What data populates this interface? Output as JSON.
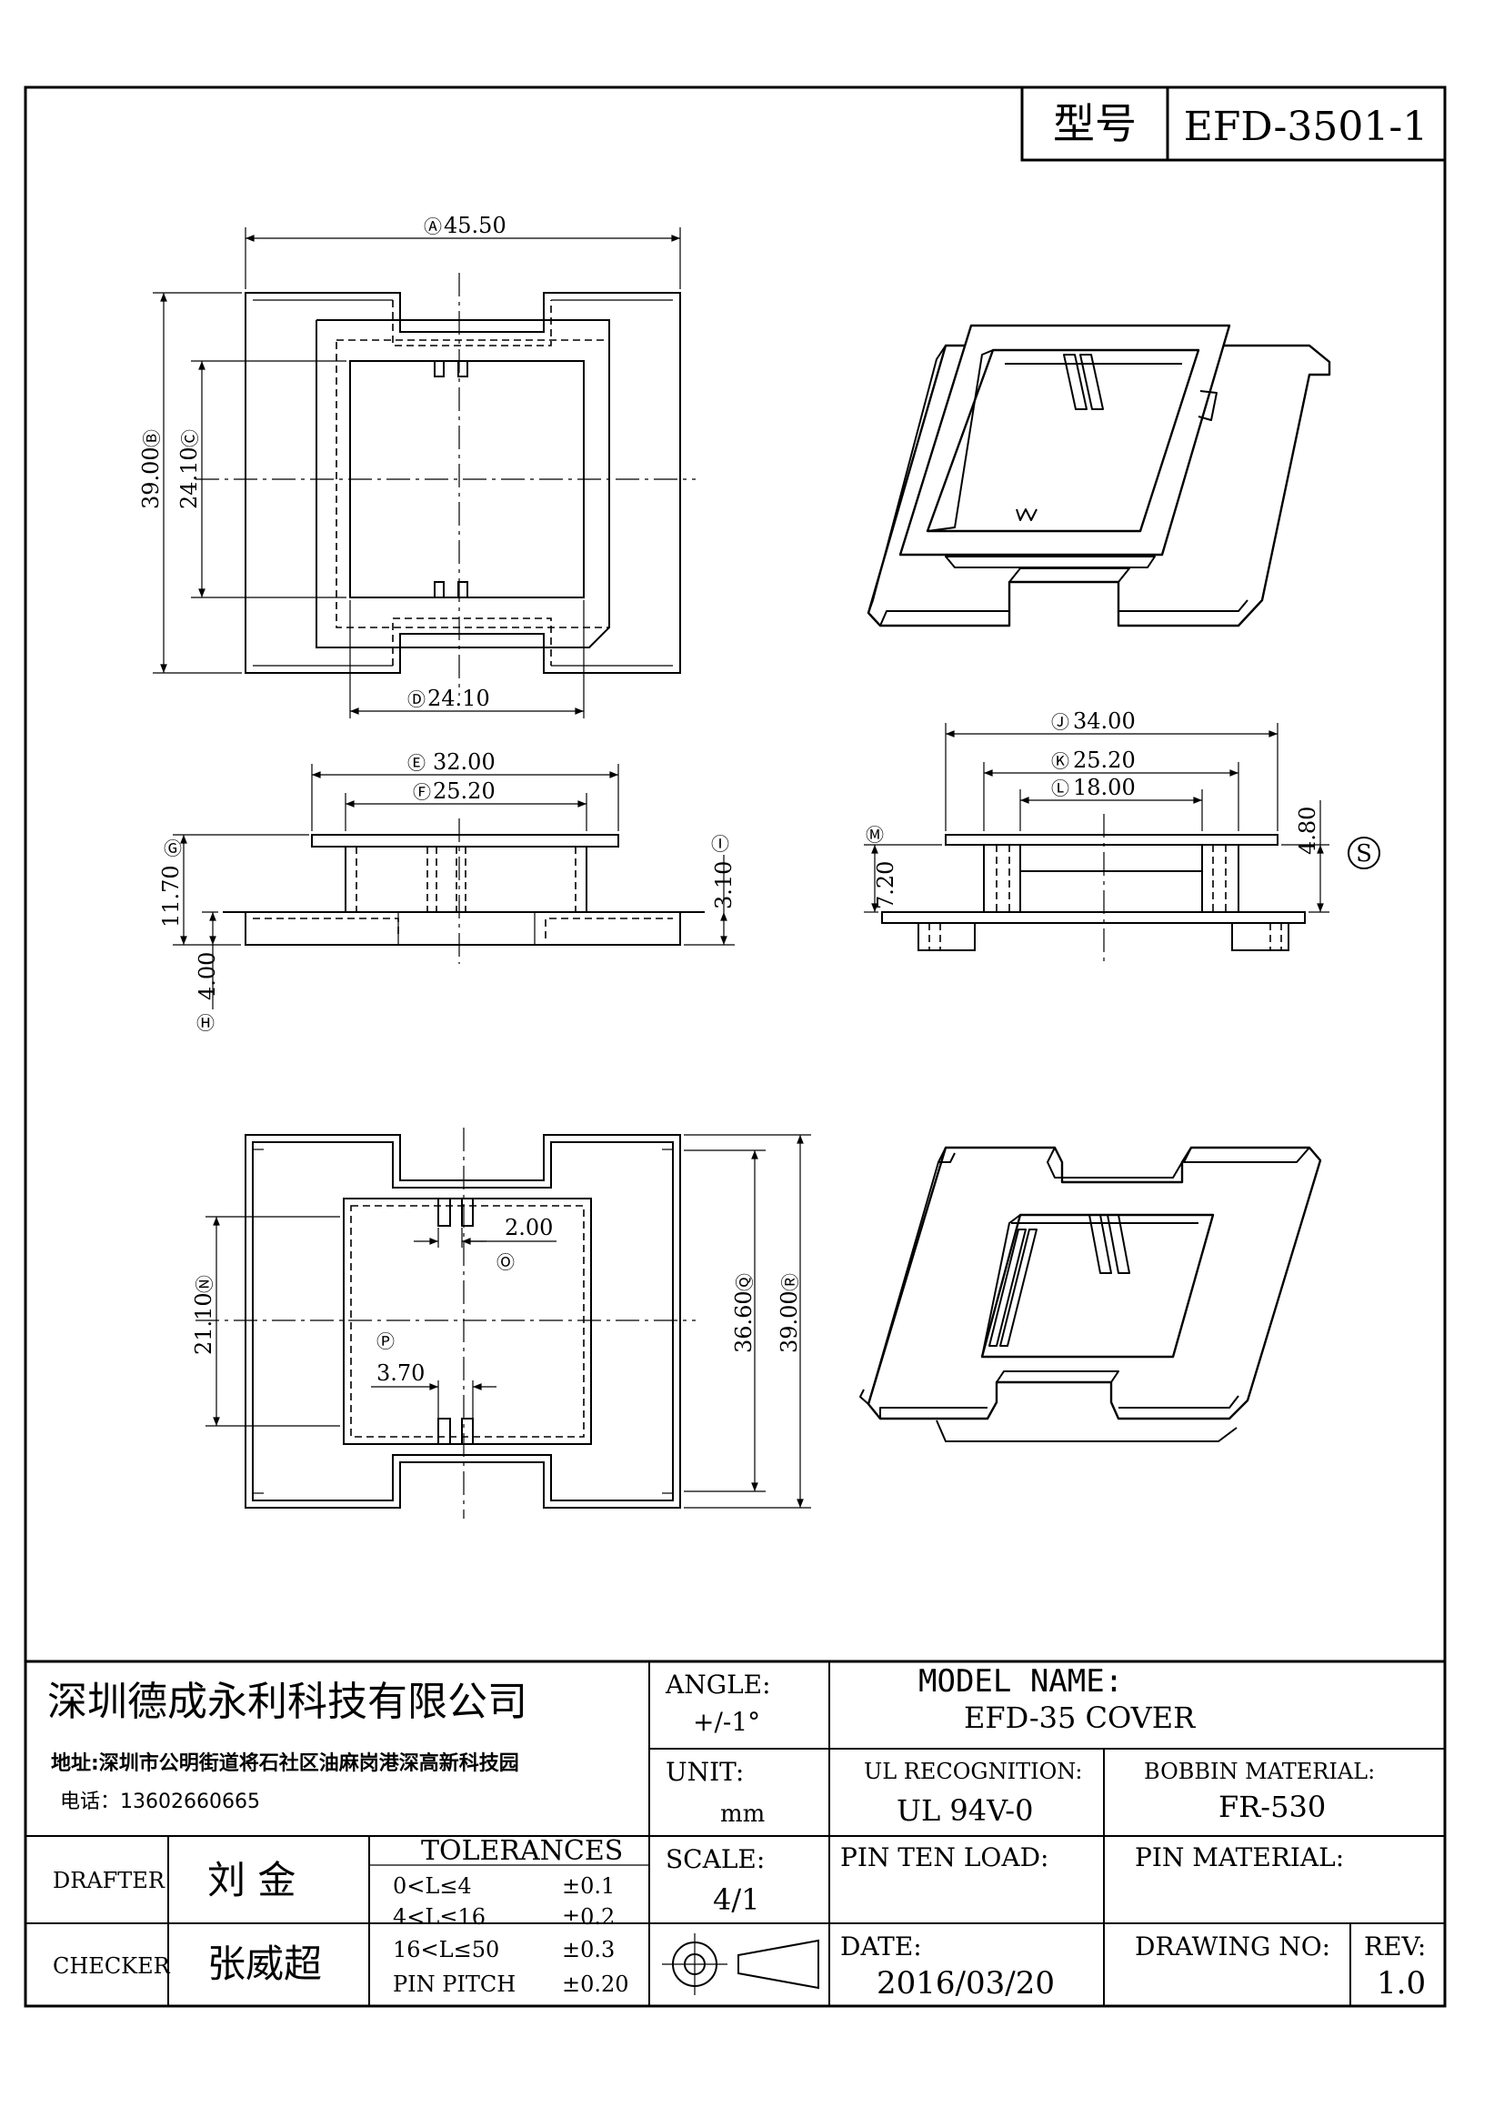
{
  "header": {
    "type_label": "型号",
    "type_value": "EFD-3501-1"
  },
  "dimensions": {
    "A": {
      "circle": "Ⓐ",
      "value": "45.50"
    },
    "B": {
      "circle": "Ⓑ",
      "value": "39.00"
    },
    "C": {
      "circle": "Ⓒ",
      "value": "24.10"
    },
    "D": {
      "circle": "Ⓓ",
      "value": "24.10"
    },
    "E": {
      "circle": "Ⓔ",
      "value": "32.00"
    },
    "F": {
      "circle": "Ⓕ",
      "value": "25.20"
    },
    "G": {
      "circle": "Ⓖ",
      "value": "11.70"
    },
    "H": {
      "circle": "Ⓗ",
      "value": "4.00"
    },
    "I": {
      "circle": "Ⓘ",
      "value": "3.10"
    },
    "J": {
      "circle": "Ⓙ",
      "value": "34.00"
    },
    "K": {
      "circle": "Ⓚ",
      "value": "25.20"
    },
    "L": {
      "circle": "Ⓛ",
      "value": "18.00"
    },
    "M": {
      "circle": "Ⓜ",
      "value": "7.20"
    },
    "S": {
      "value": "4.80",
      "symbol": "S"
    },
    "N": {
      "circle": "Ⓝ",
      "value": "21.10"
    },
    "O": {
      "circle": "Ⓞ",
      "value": "2.00"
    },
    "P": {
      "circle": "Ⓟ",
      "value": "3.70"
    },
    "Q": {
      "circle": "Ⓠ",
      "value": "36.60"
    },
    "R": {
      "circle": "Ⓡ",
      "value": "39.00"
    }
  },
  "company": {
    "name": "深圳德成永利科技有限公司",
    "address": "地址:深圳市公明街道将石社区油麻岗港深高新科技园",
    "phone": "电话：13602660665"
  },
  "title_block": {
    "angle_label": "ANGLE:",
    "angle_value": "+/-1°",
    "model_name_label": "MODEL NAME:",
    "model_name_value": "EFD-35 COVER",
    "unit_label": "UNIT:",
    "unit_value": "mm",
    "ul_label": "UL RECOGNITION:",
    "ul_value": "UL 94V-0",
    "bobbin_material_label": "BOBBIN MATERIAL:",
    "bobbin_material_value": "FR-530",
    "drafter_label": "DRAFTER",
    "drafter_value": "刘 金",
    "checker_label": "CHECKER",
    "checker_value": "张威超",
    "tolerances_label": "TOLERANCES",
    "tolerances": [
      {
        "range": "0<L≤4",
        "value": "±0.1"
      },
      {
        "range": "4<L≤16",
        "value": "±0.2"
      },
      {
        "range": "16<L≤50",
        "value": "±0.3"
      },
      {
        "range": "PIN PITCH",
        "value": "±0.20"
      }
    ],
    "scale_label": "SCALE:",
    "scale_value": "4/1",
    "pin_ten_load_label": "PIN TEN LOAD:",
    "pin_material_label": "PIN MATERIAL:",
    "date_label": "DATE:",
    "date_value": "2016/03/20",
    "drawing_no_label": "DRAWING NO:",
    "rev_label": "REV:",
    "rev_value": "1.0"
  }
}
